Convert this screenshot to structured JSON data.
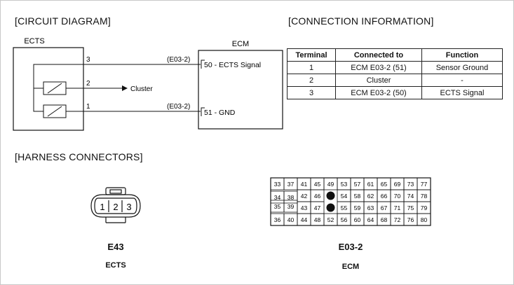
{
  "sections": {
    "circuit": "[CIRCUIT DIAGRAM]",
    "connection": "[CONNECTION INFORMATION]",
    "harness": "[HARNESS CONNECTORS]"
  },
  "circuit": {
    "ects_label": "ECTS",
    "ecm_label": "ECM",
    "wire3": {
      "pin": "3",
      "connector": "(E03-2)",
      "ecm_pin_label": "50 - ECTS Signal"
    },
    "wire2": {
      "pin": "2",
      "destination": "Cluster"
    },
    "wire1": {
      "pin": "1",
      "connector": "(E03-2)",
      "ecm_pin_label": "51 - GND"
    }
  },
  "connection_table": {
    "headers": [
      "Terminal",
      "Connected to",
      "Function"
    ],
    "rows": [
      [
        "1",
        "ECM E03-2 (51)",
        "Sensor Ground"
      ],
      [
        "2",
        "Cluster",
        "-"
      ],
      [
        "3",
        "ECM E03-2 (50)",
        "ECTS Signal"
      ]
    ]
  },
  "harness": {
    "e43": {
      "pins": [
        "1",
        "2",
        "3"
      ],
      "name": "E43",
      "component": "ECTS"
    },
    "e03_2": {
      "name": "E03-2",
      "component": "ECM",
      "row1": [
        "33",
        "37",
        "41",
        "45",
        "49",
        "53",
        "57",
        "61",
        "65",
        "69",
        "73",
        "77"
      ],
      "row2_left": [
        "34",
        "38"
      ],
      "row2": [
        "42",
        "46",
        "54",
        "58",
        "62",
        "66",
        "70",
        "74",
        "78"
      ],
      "row3_left": [
        "35",
        "39"
      ],
      "row3": [
        "43",
        "47",
        "55",
        "59",
        "63",
        "67",
        "71",
        "75",
        "79"
      ],
      "row4": [
        "36",
        "40",
        "44",
        "48",
        "52",
        "56",
        "60",
        "64",
        "68",
        "72",
        "76",
        "80"
      ]
    }
  }
}
